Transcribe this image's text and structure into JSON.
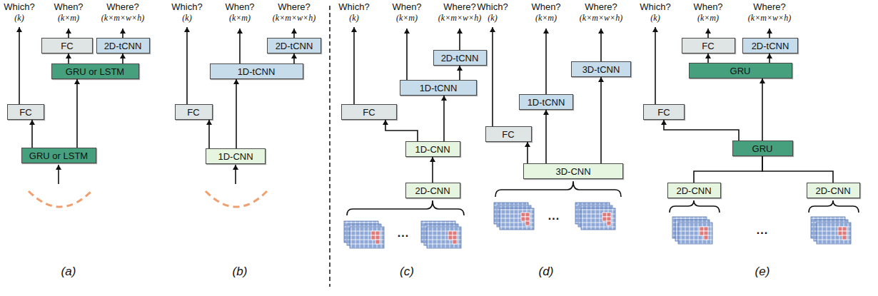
{
  "diagram": {
    "nodes": [
      {
        "text": [
          "FC"
        ]
      },
      {
        "text": [
          "2D-tCNN"
        ]
      },
      {
        "text": [
          "GRU or LSTM"
        ]
      },
      {
        "text": [
          "FC"
        ]
      },
      {
        "text": [
          "GRU or LSTM"
        ]
      },
      {
        "text": [
          "2D-tCNN"
        ]
      },
      {
        "text": [
          "1D-tCNN"
        ]
      },
      {
        "text": [
          "FC"
        ]
      },
      {
        "text": [
          "1D-CNN"
        ]
      },
      {
        "text": [
          "2D-tCNN"
        ]
      },
      {
        "text": [
          "1D-tCNN"
        ]
      },
      {
        "text": [
          "FC"
        ]
      },
      {
        "text": [
          "1D-CNN"
        ]
      },
      {
        "text": [
          "2D-CNN"
        ]
      },
      {
        "text": [
          "3D-tCNN"
        ]
      },
      {
        "text": [
          "1D-tCNN"
        ]
      },
      {
        "text": [
          "FC"
        ]
      },
      {
        "text": [
          "3D-CNN"
        ]
      },
      {
        "text": [
          "FC"
        ]
      },
      {
        "text": [
          "2D-tCNN"
        ]
      },
      {
        "text": [
          "GRU"
        ]
      },
      {
        "text": [
          "FC"
        ]
      },
      {
        "text": [
          "GRU"
        ]
      },
      {
        "text": [
          "2D-CNN"
        ]
      },
      {
        "text": [
          "2D-CNN"
        ]
      }
    ],
    "edges": [
      {
        "from": 4,
        "to": 3,
        "arrow": "to"
      },
      {
        "from": 4,
        "to": 2,
        "arrow": "to"
      },
      {
        "from": 2,
        "to": 0,
        "arrow": "to"
      },
      {
        "from": 2,
        "to": 1,
        "arrow": "to"
      },
      {
        "from": 8,
        "to": 7,
        "arrow": "to"
      },
      {
        "from": 8,
        "to": 6,
        "arrow": "to"
      },
      {
        "from": 6,
        "to": 5,
        "arrow": "to"
      },
      {
        "from": 13,
        "to": 12,
        "arrow": "to"
      },
      {
        "from": 12,
        "to": 11,
        "arrow": "to"
      },
      {
        "from": 12,
        "to": 10,
        "arrow": "to"
      },
      {
        "from": 10,
        "to": 9,
        "arrow": "to"
      },
      {
        "from": 17,
        "to": 16,
        "arrow": "to"
      },
      {
        "from": 17,
        "to": 15,
        "arrow": "to"
      },
      {
        "from": 17,
        "to": 14,
        "arrow": "to"
      },
      {
        "from": 22,
        "to": 21,
        "arrow": "to"
      },
      {
        "from": 22,
        "to": 20,
        "arrow": "to"
      },
      {
        "from": 20,
        "to": 18,
        "arrow": "to"
      },
      {
        "from": 20,
        "to": 19,
        "arrow": "to"
      },
      {
        "from": 23,
        "to": 22,
        "arrow": "none"
      },
      {
        "from": 24,
        "to": 22,
        "arrow": "none"
      }
    ],
    "labels": [
      "Which?",
      "(k)",
      "When?",
      "(k×m)",
      "Where?",
      "(k×m×w×h)",
      "(a)",
      "Which?",
      "(k)",
      "When?",
      "(k×m)",
      "Where?",
      "(k×m×w×h)",
      "(b)",
      "Which?",
      "(k)",
      "When?",
      "(k×m)",
      "Where?",
      "(k×m×w×h)",
      "...",
      "(c)",
      "Which?",
      "(k)",
      "When?",
      "(k×m)",
      "Where?",
      "(k×m×w×h)",
      "...",
      "(d)",
      "Which?",
      "(k)",
      "When?",
      "(k×m)",
      "Where?",
      "(k×m×w×h)",
      "...",
      "(e)"
    ]
  }
}
